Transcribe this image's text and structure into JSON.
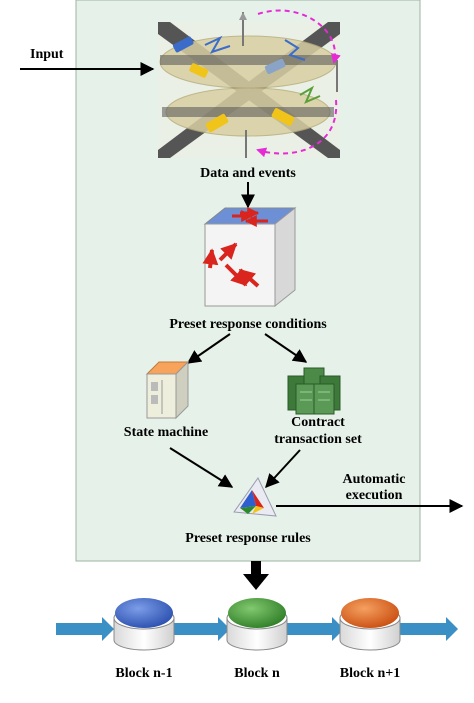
{
  "labels": {
    "input": "Input",
    "data_events": "Data and events",
    "preset_conditions": "Preset response conditions",
    "state_machine": "State machine",
    "contract_line1": "Contract",
    "contract_line2": "transaction set",
    "automatic_line1": "Automatic",
    "automatic_line2": "execution",
    "preset_rules": "Preset response rules",
    "block_prev": "Block n-1",
    "block_cur": "Block n",
    "block_next": "Block n+1"
  },
  "colors": {
    "panel_fill": "#e6f1e9",
    "panel_border": "#9ab5a2",
    "chain_arrow": "#3a8fc4",
    "block_prev_top": "#3f68c8",
    "block_cur_top": "#3f9a35",
    "block_next_top": "#e2661c",
    "magenta_path": "#e42bd6",
    "red_arrows": "#d9251d"
  }
}
